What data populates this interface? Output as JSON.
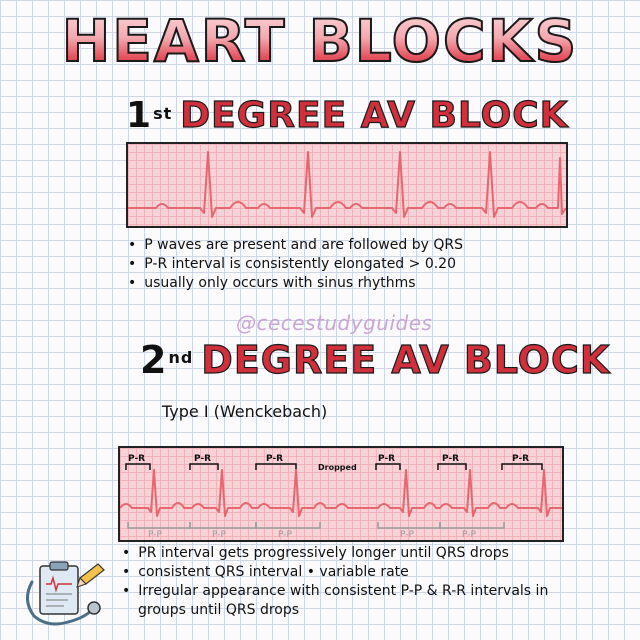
{
  "title": "HEART BLOCKS",
  "first_block": {
    "number": "1",
    "ordinal": "st",
    "heading": "DEGREE AV BLOCK",
    "bullets": [
      "P waves are present and are followed by QRS",
      "P-R interval is consistently elongated > 0.20",
      "usually only occurs with sinus rhythms"
    ]
  },
  "watermark": "@cecestudyguides",
  "second_block": {
    "number": "2",
    "ordinal": "nd",
    "heading": "DEGREE AV BLOCK",
    "subtype": "Type I (Wenckebach)",
    "strip": {
      "pr_label": "P-R",
      "pp_label": "P-P",
      "dropped_label": "Dropped"
    },
    "bullets": [
      "PR interval gets progressively longer until QRS drops",
      "consistent QRS interval  • variable rate",
      "Irregular appearance with consistent P-P & R-R intervals in groups until QRS drops"
    ]
  },
  "colors": {
    "accent": "#d02f3c",
    "strip_bg": "#f7d3d7",
    "trace": "#e6676f"
  },
  "icons": [
    "clipboard-icon",
    "stethoscope-icon",
    "pencil-icon"
  ]
}
